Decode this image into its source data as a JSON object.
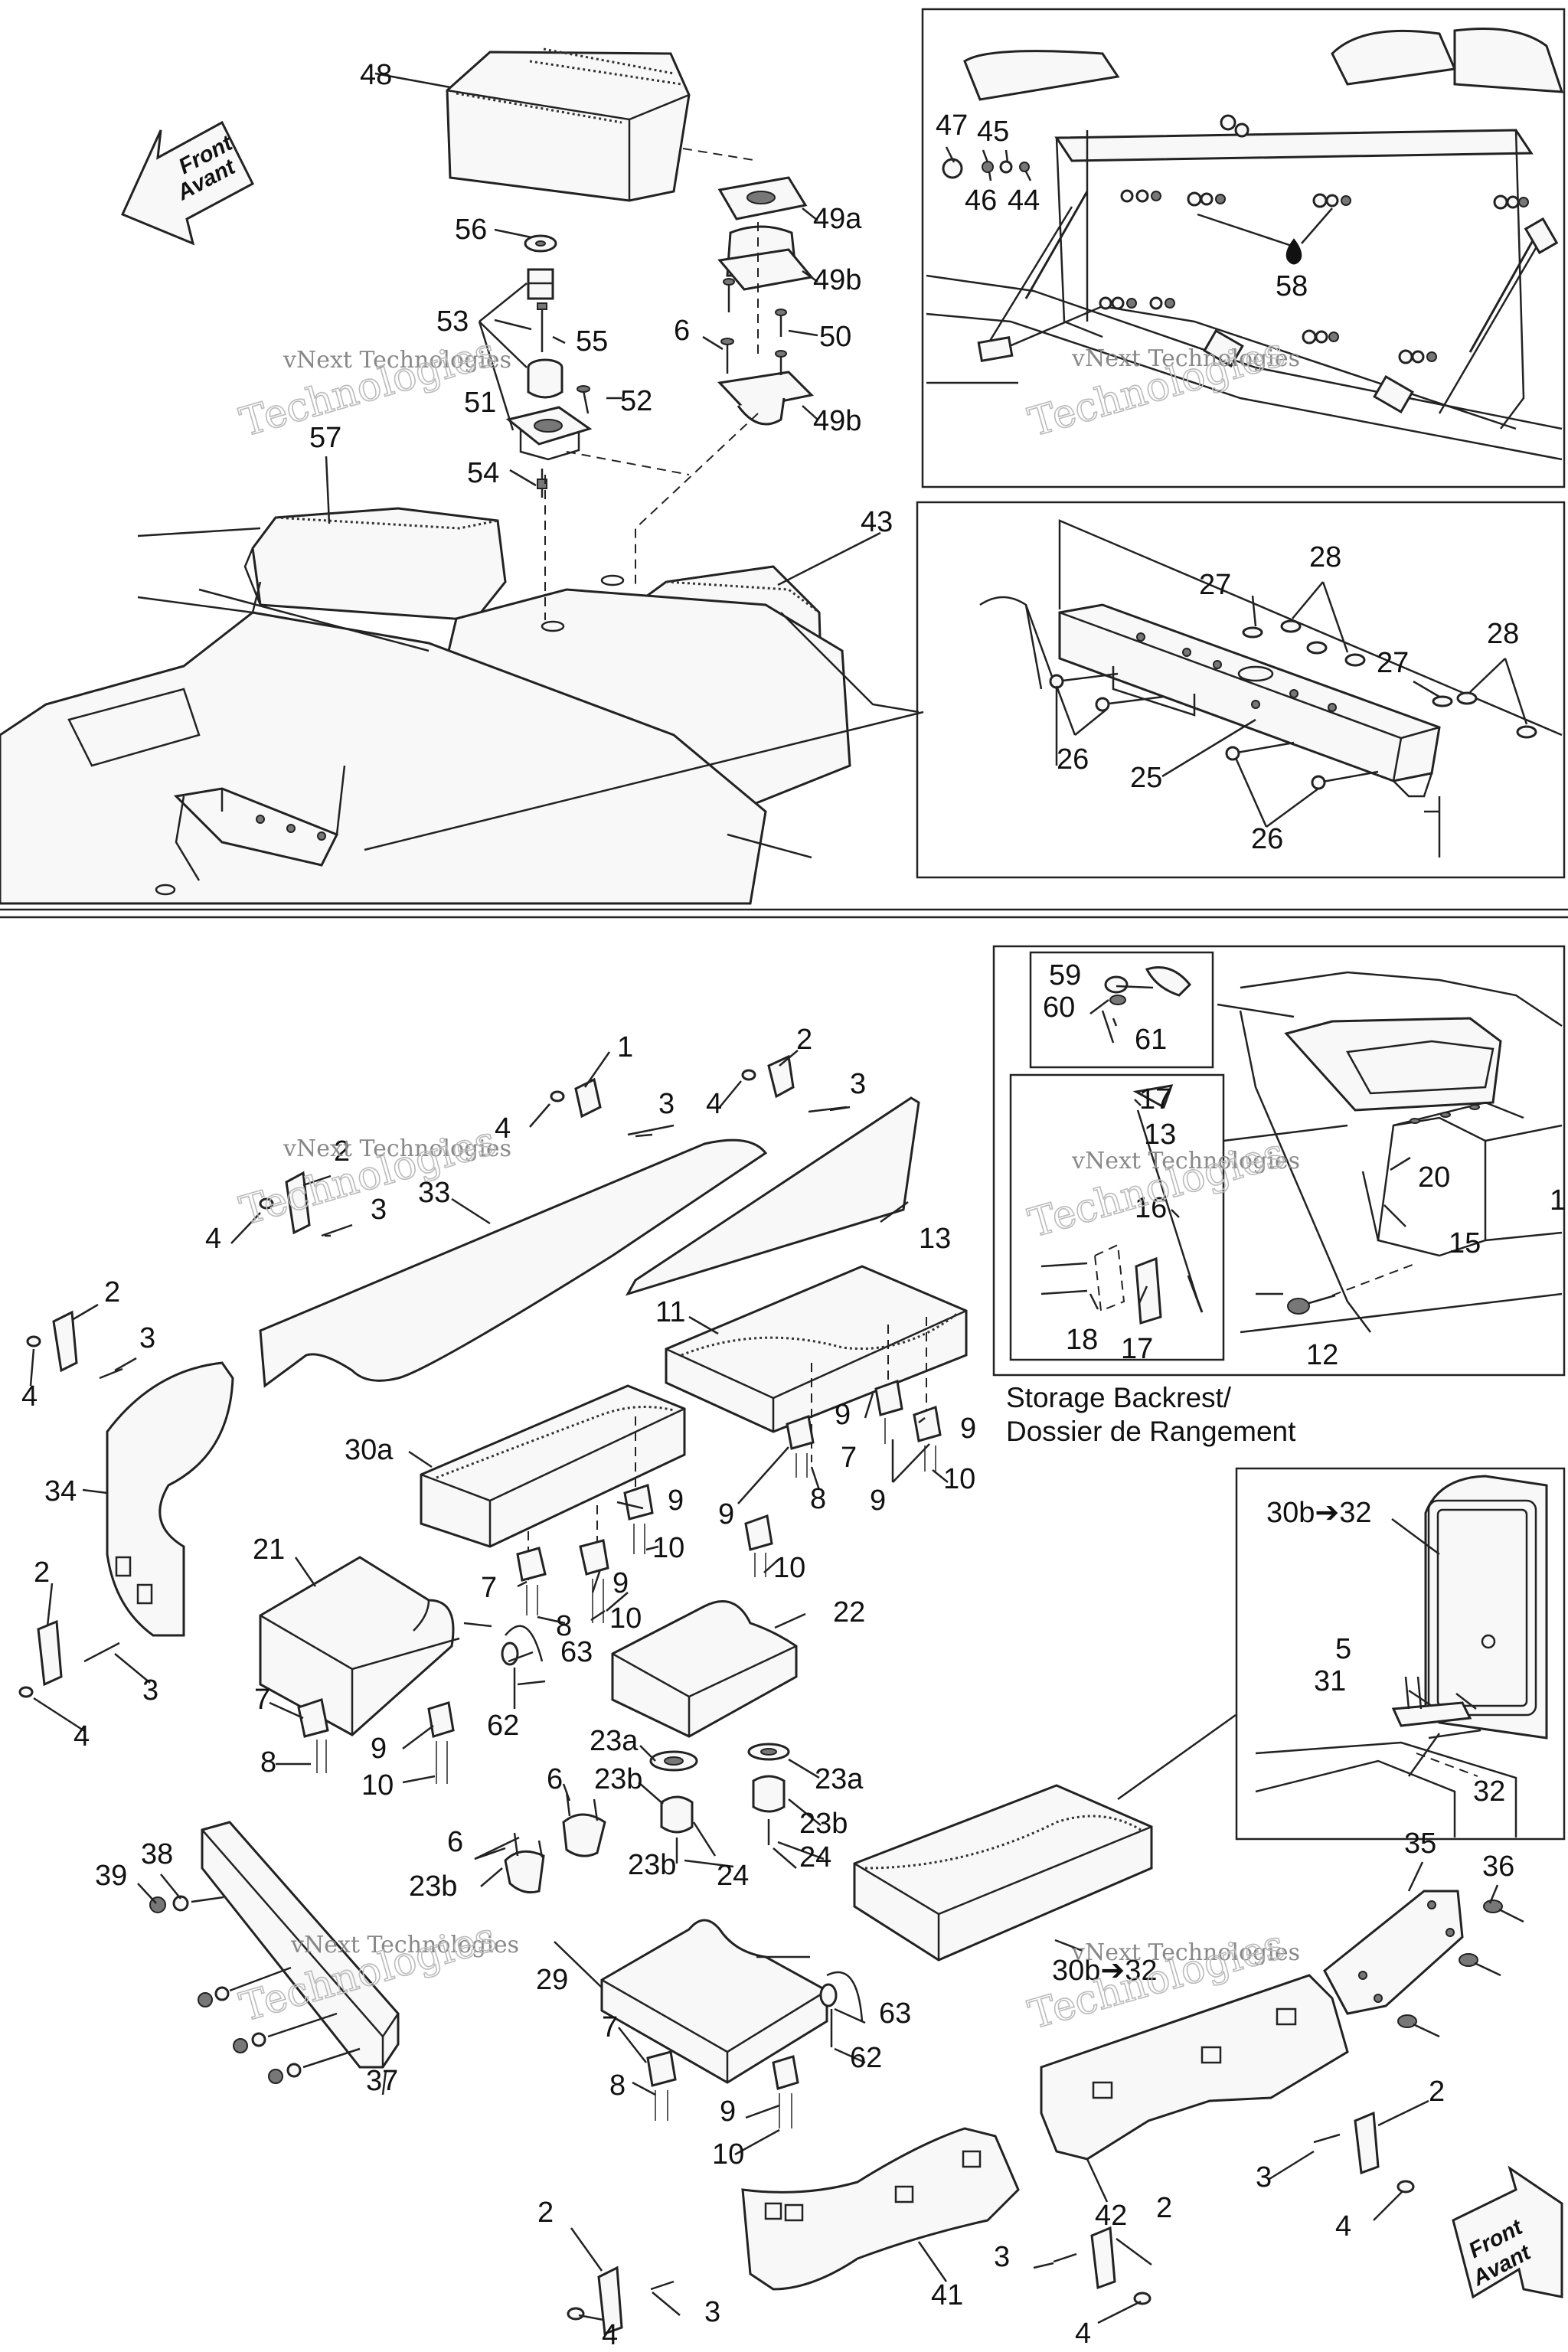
{
  "watermark": {
    "line1": "vNext Technologies",
    "line2": "Technologies"
  },
  "direction_arrows": {
    "text_en": "Front",
    "text_fr": "Avant"
  },
  "captions": {
    "storage_backrest_line1": "Storage Backrest/",
    "storage_backrest_line2": "Dossier de Rangement"
  },
  "callouts": {
    "n1": "1",
    "n2": "2",
    "n3": "3",
    "n4": "4",
    "n5": "5",
    "n6": "6",
    "n7": "7",
    "n8": "8",
    "n9": "9",
    "n10": "10",
    "n11": "11",
    "n12": "12",
    "n13": "13",
    "n15": "15",
    "n16": "16",
    "n17": "17",
    "n18": "18",
    "n20": "20",
    "n21": "21",
    "n22": "22",
    "n23a": "23a",
    "n23b": "23b",
    "n24": "24",
    "n25": "25",
    "n26": "26",
    "n27": "27",
    "n28": "28",
    "n29": "29",
    "n30a": "30a",
    "n30b32": "30b➔32",
    "n31": "31",
    "n32": "32",
    "n33": "33",
    "n34": "34",
    "n35": "35",
    "n36": "36",
    "n37": "37",
    "n38": "38",
    "n39": "39",
    "n41": "41",
    "n42": "42",
    "n43": "43",
    "n44": "44",
    "n45": "45",
    "n46": "46",
    "n47": "47",
    "n48": "48",
    "n49a": "49a",
    "n49b": "49b",
    "n50": "50",
    "n52": "52",
    "n53": "53",
    "n54": "54",
    "n55": "55",
    "n56": "56",
    "n57": "57",
    "n58": "58",
    "n59": "59",
    "n60": "60",
    "n61": "61",
    "n62": "62",
    "n63": "63",
    "n1_partial": "1",
    "n13_partial": "13",
    "n51": "51"
  },
  "colors": {
    "line": "#222222",
    "background": "#ffffff",
    "watermark": "#888888"
  }
}
